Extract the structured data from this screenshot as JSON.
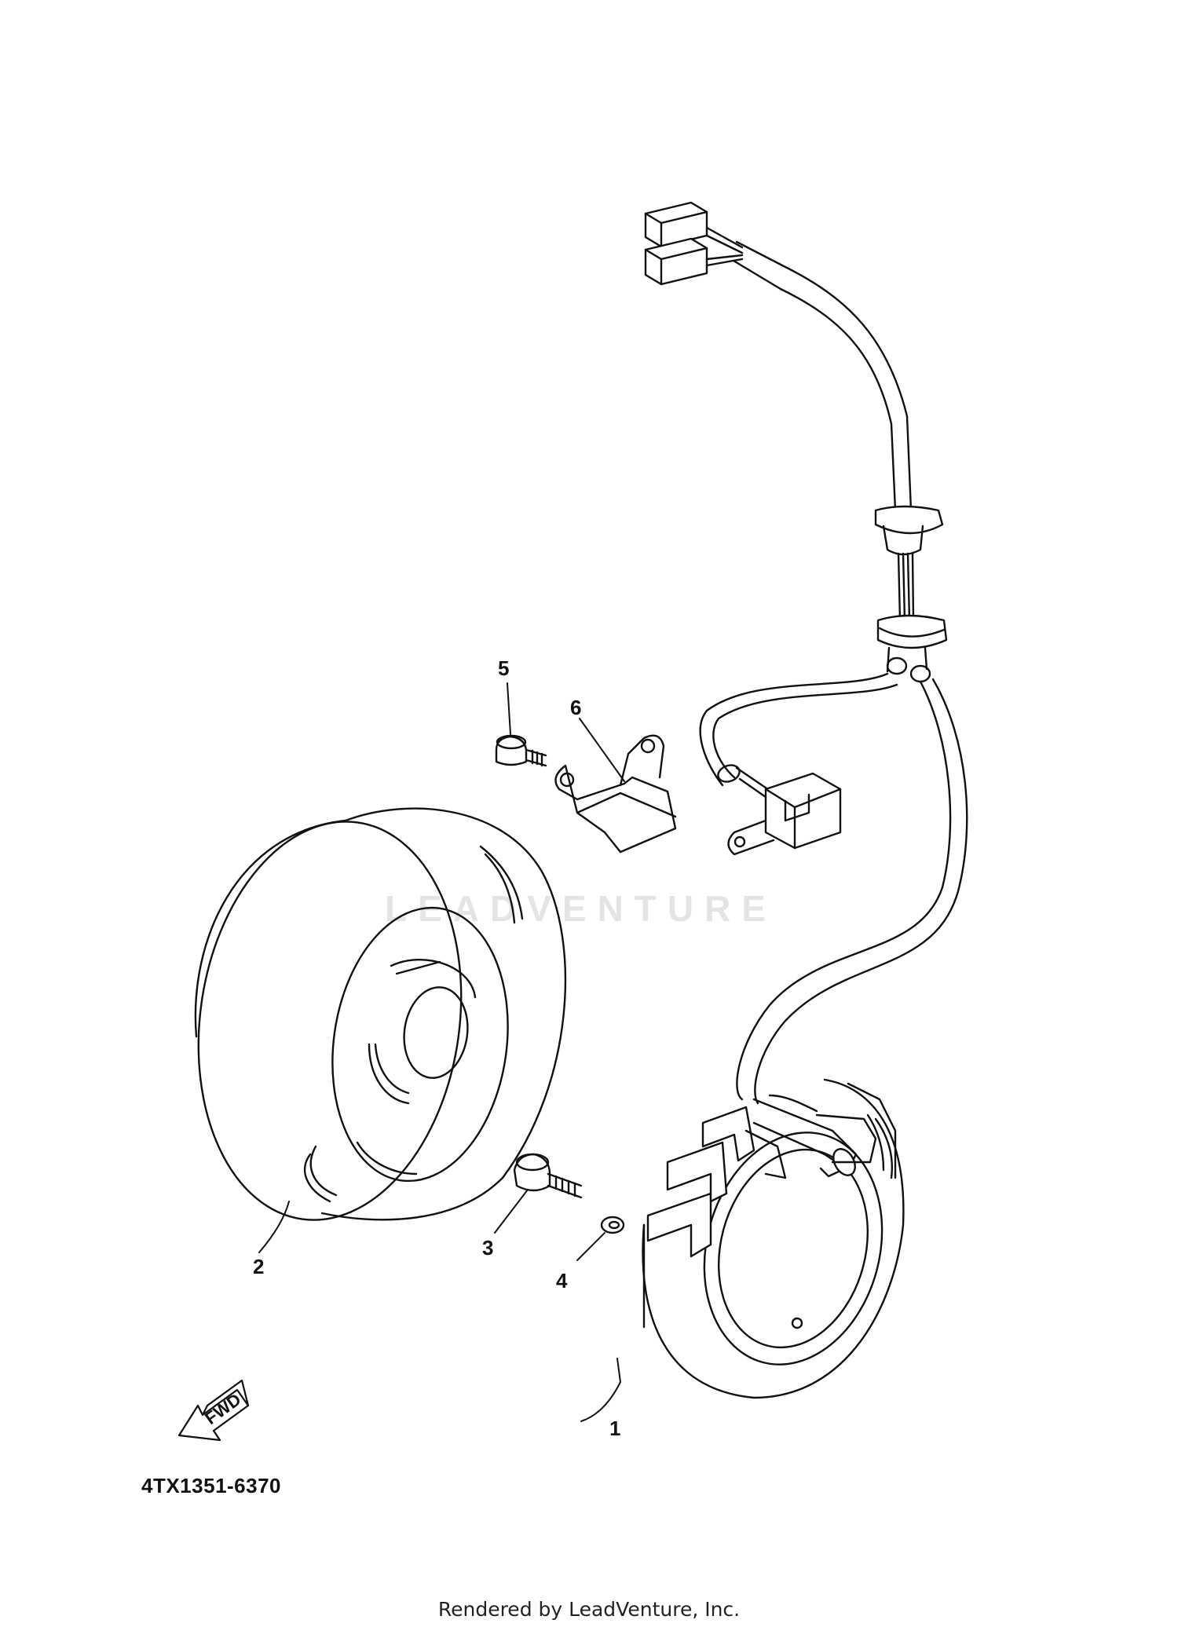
{
  "diagram": {
    "part_code": "4TX1351-6370",
    "footer": "Rendered by LeadVenture, Inc.",
    "watermark": "LEADVENTURE",
    "fwd_label": "FWD",
    "callouts": {
      "c1": "1",
      "c2": "2",
      "c3": "3",
      "c4": "4",
      "c5": "5",
      "c6": "6"
    }
  }
}
